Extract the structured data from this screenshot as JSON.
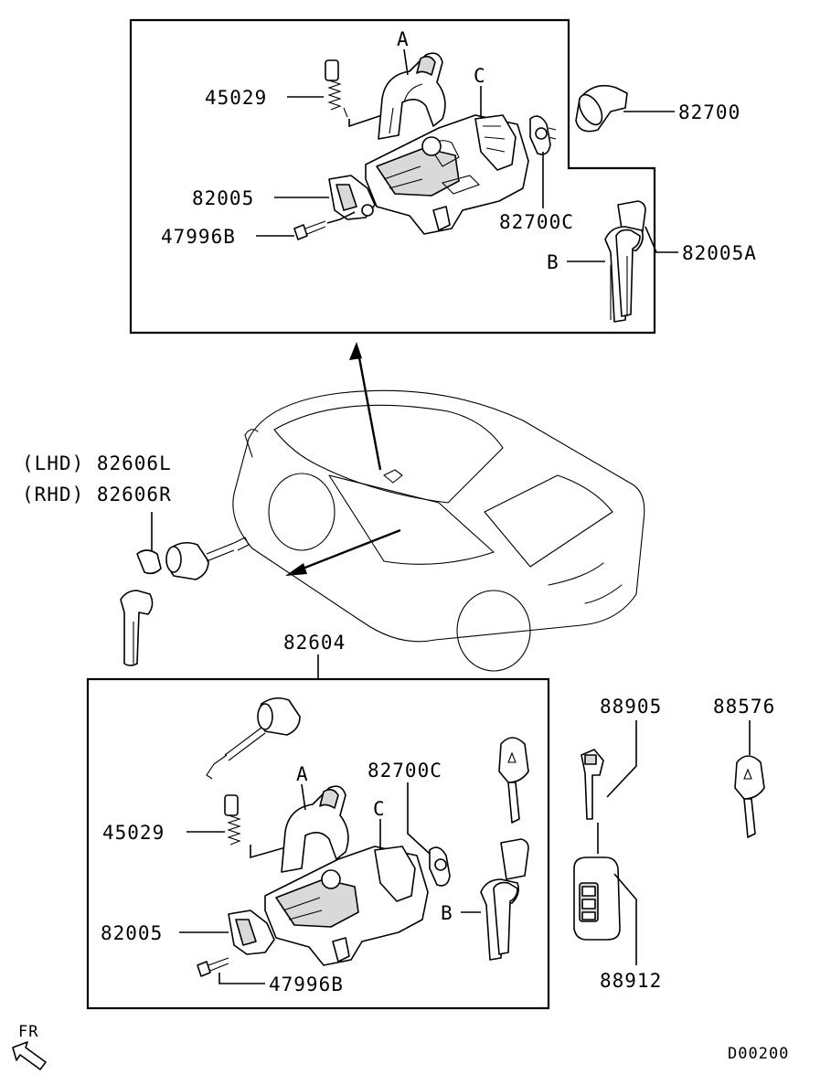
{
  "labels": {
    "upper_45029": "45029",
    "upper_82005": "82005",
    "upper_47996B": "47996B",
    "upper_A": "A",
    "upper_C": "C",
    "upper_82700C": "82700C",
    "upper_82700": "82700",
    "upper_B": "B",
    "upper_82005A": "82005A",
    "lhd": "(LHD) 82606L",
    "rhd": "(RHD) 82606R",
    "assembly_82604": "82604",
    "lower_A": "A",
    "lower_45029": "45029",
    "lower_C": "C",
    "lower_82700C": "82700C",
    "lower_B": "B",
    "lower_82005": "82005",
    "lower_47996B": "47996B",
    "key_88905": "88905",
    "key_88576": "88576",
    "remote_88912": "88912",
    "front_marker": "FR",
    "diagram_code": "D00200"
  }
}
